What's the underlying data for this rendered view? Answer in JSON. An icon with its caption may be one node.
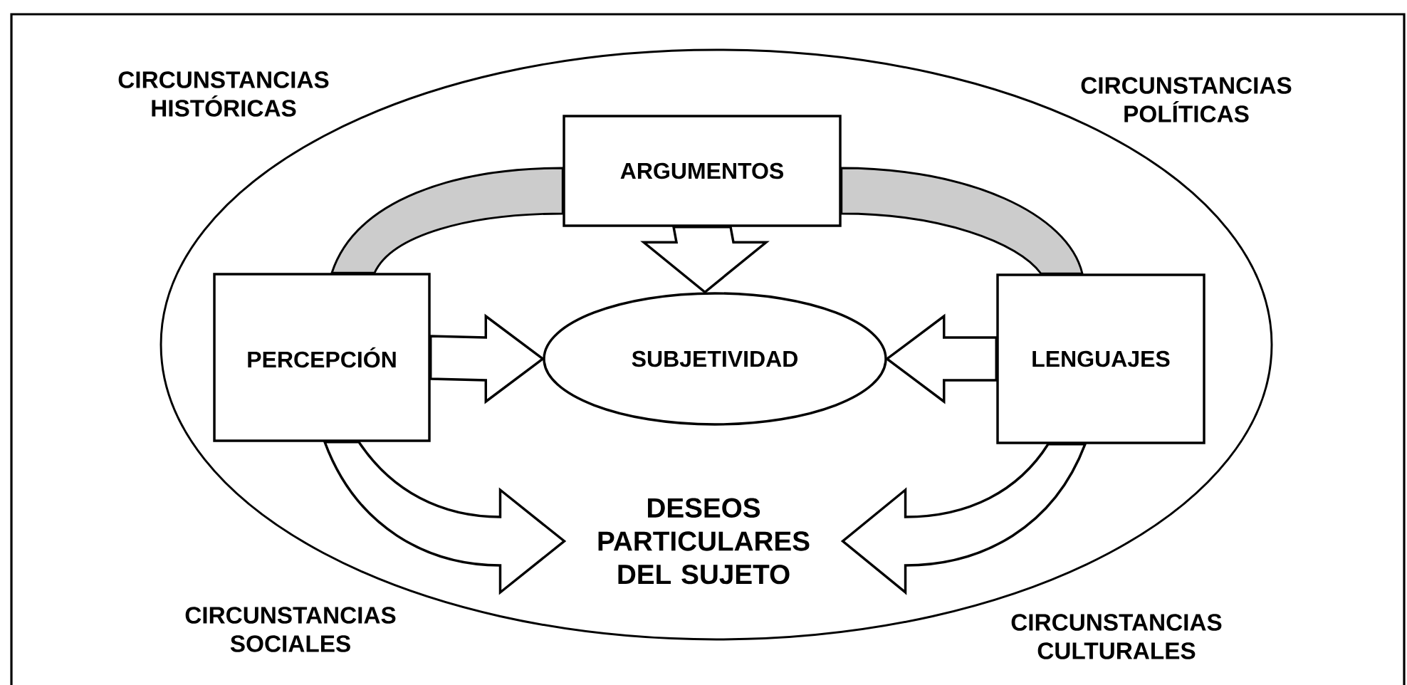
{
  "diagram": {
    "nodes": [
      {
        "text": [
          "ARGUMENTOS"
        ]
      },
      {
        "text": [
          "PERCEPCIÓN"
        ]
      },
      {
        "text": [
          "SUBJETIVIDAD"
        ]
      },
      {
        "text": [
          "LENGUAJES"
        ]
      },
      {
        "text": [
          "DESEOS PARTICULARES DEL SUJETO"
        ]
      }
    ],
    "edges": [
      {
        "from": 1,
        "to": 0,
        "arrow": "none",
        "color": "#cccccc"
      },
      {
        "from": 0,
        "to": 3,
        "arrow": "none",
        "color": "#cccccc"
      },
      {
        "from": 0,
        "to": 2,
        "arrow": "to"
      },
      {
        "from": 1,
        "to": 2,
        "arrow": "to"
      },
      {
        "from": 3,
        "to": 2,
        "arrow": "to"
      },
      {
        "from": 1,
        "to": 4,
        "arrow": "to"
      },
      {
        "from": 3,
        "to": 4,
        "arrow": "to"
      }
    ],
    "labels": [
      "CIRCUNSTANCIAS HISTÓRICAS",
      "CIRCUNSTANCIAS POLÍTICAS",
      "CIRCUNSTANCIAS SOCIALES",
      "CIRCUNSTANCIAS CULTURALES"
    ]
  }
}
